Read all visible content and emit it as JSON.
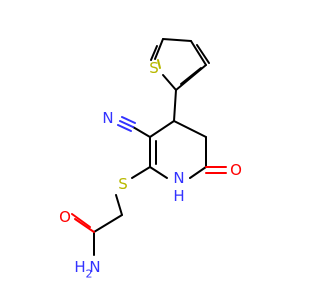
{
  "atoms": {
    "s_thiophene": {
      "text": "S",
      "color": "#b8b800"
    },
    "n_nitrile": {
      "text": "N",
      "color": "#3333ff"
    },
    "s_thioether": {
      "text": "S",
      "color": "#b8b800"
    },
    "nh_ring": {
      "text": "N",
      "color": "#3333ff"
    },
    "h_ring": {
      "text": "H",
      "color": "#3333ff"
    },
    "o_lactam": {
      "text": "O",
      "color": "#ff0000"
    },
    "o_amide": {
      "text": "O",
      "color": "#ff0000"
    },
    "nh2_amide": {
      "text": "H",
      "color": "#3333ff"
    },
    "nh2_amide_n": {
      "text": "N",
      "color": "#3333ff"
    },
    "nh2_amide_sub": {
      "text": "2",
      "color": "#3333ff"
    }
  }
}
